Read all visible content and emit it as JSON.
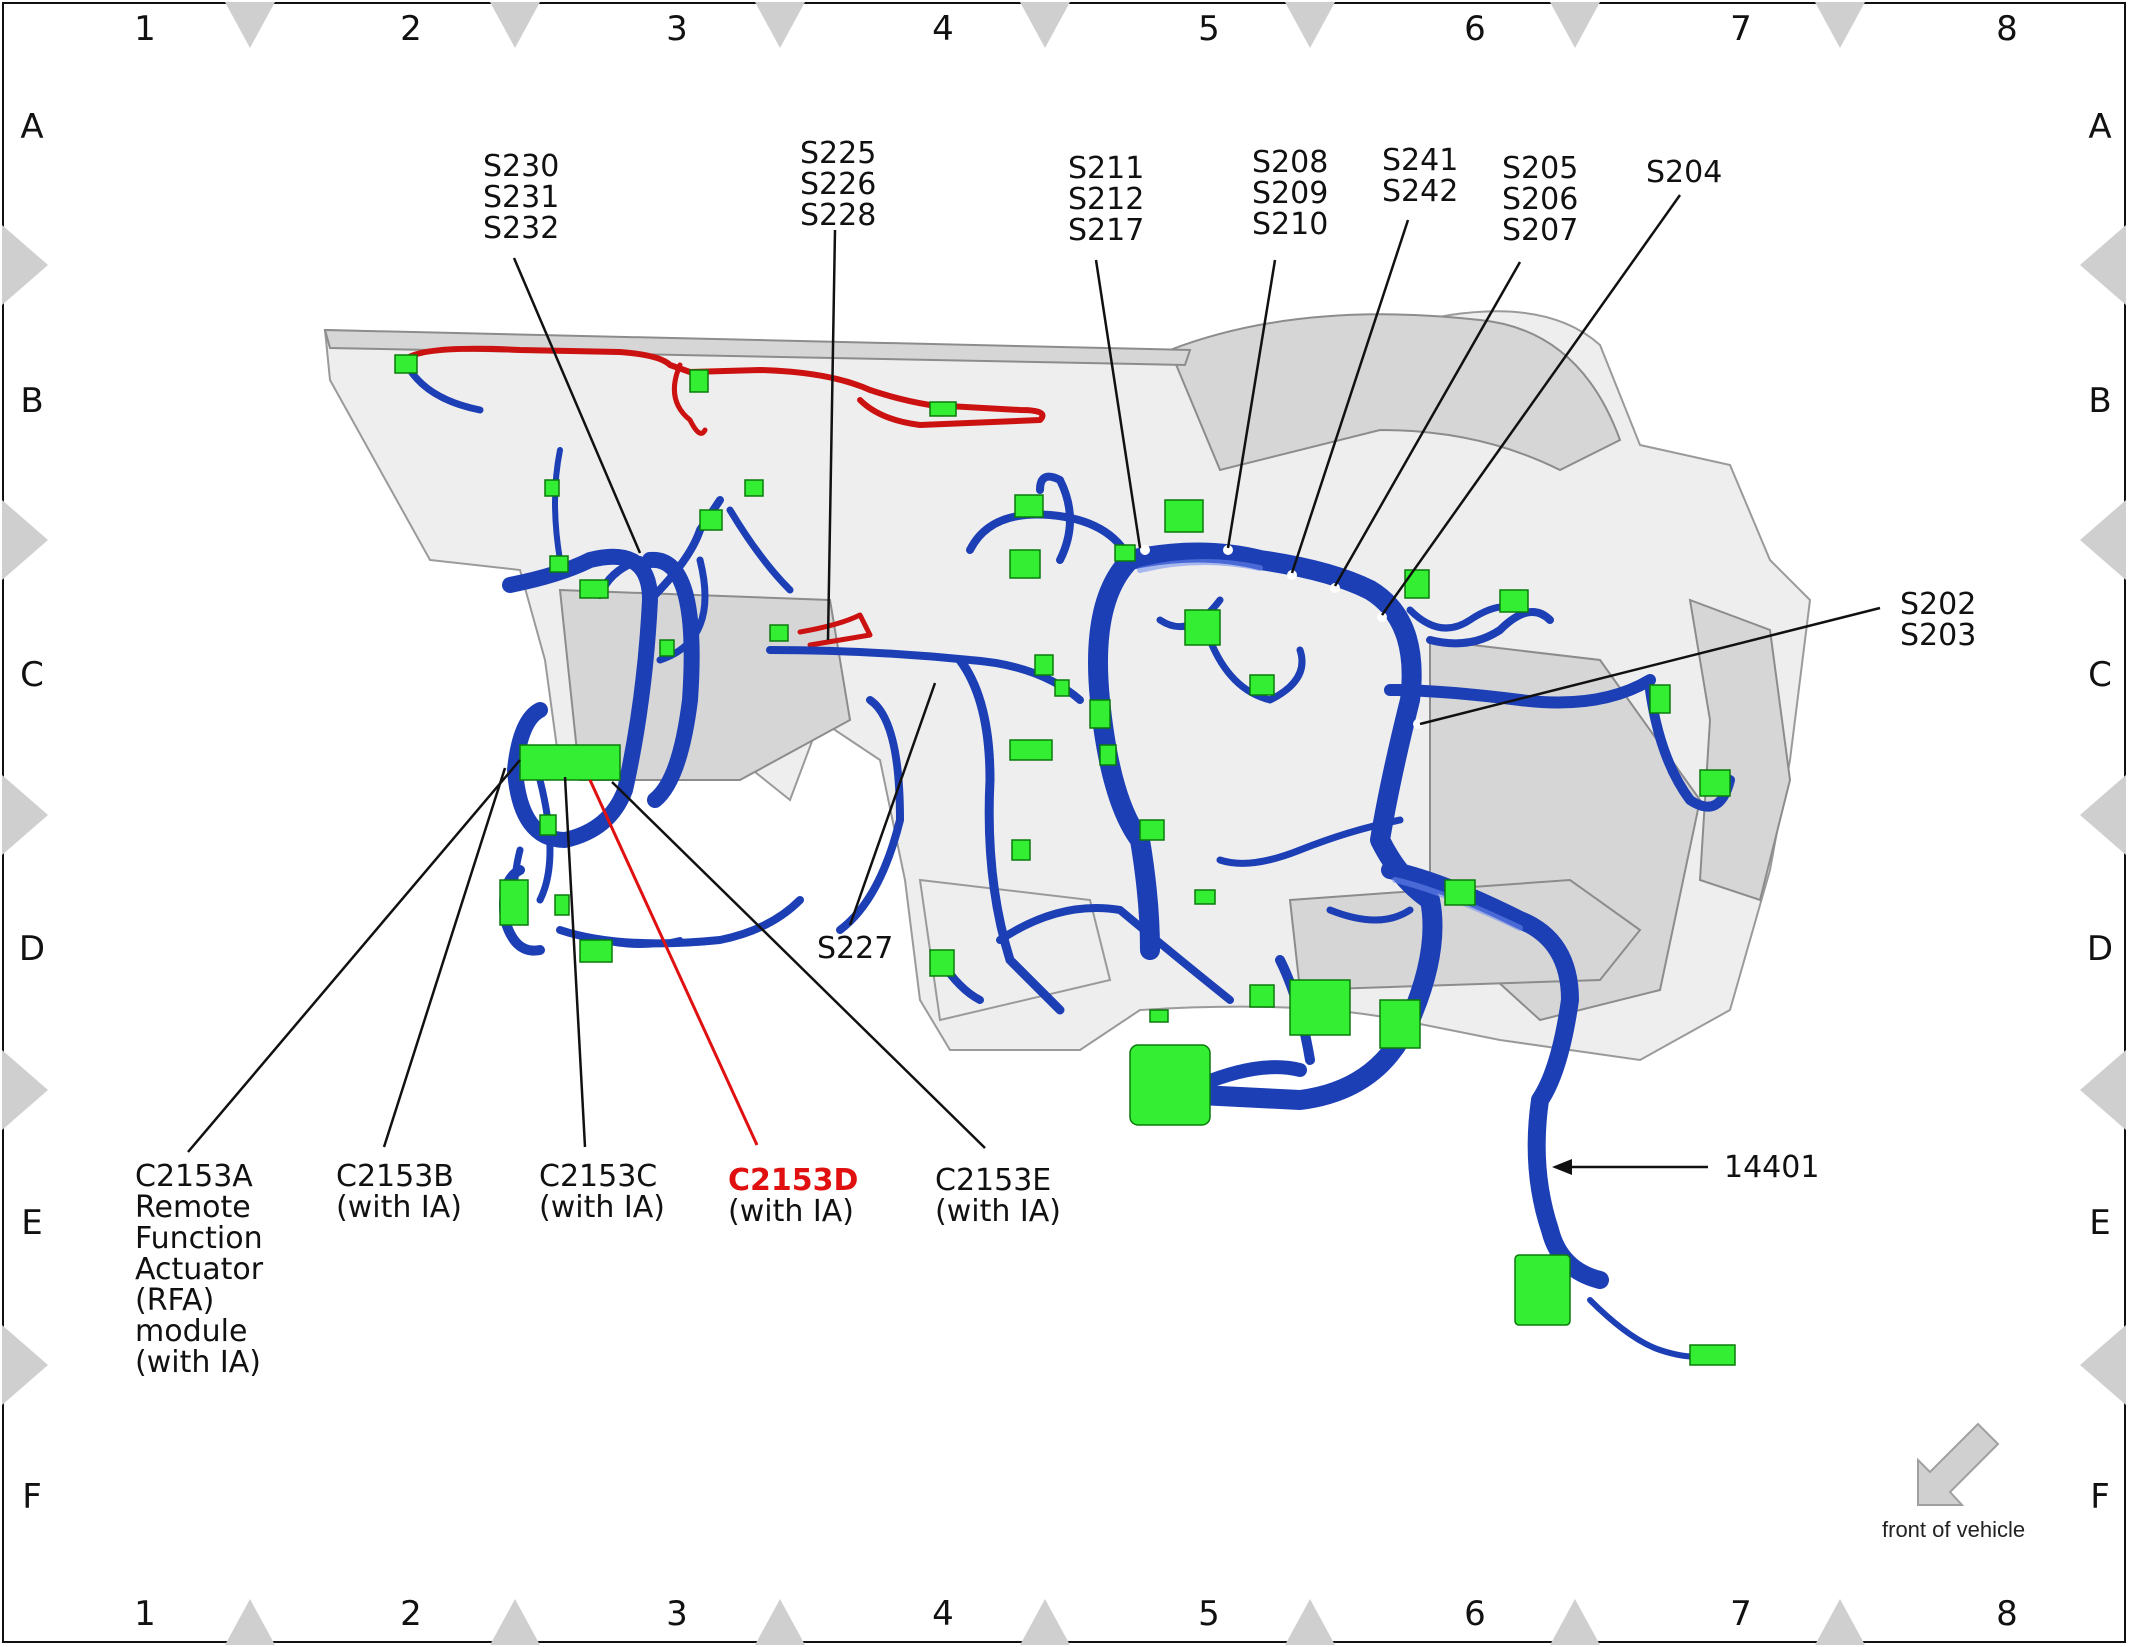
{
  "grid": {
    "columns": [
      "1",
      "2",
      "3",
      "4",
      "5",
      "6",
      "7",
      "8"
    ],
    "rows": [
      "A",
      "B",
      "C",
      "D",
      "E",
      "F"
    ]
  },
  "splices": {
    "s230_group": [
      "S230",
      "S231",
      "S232"
    ],
    "s225_group": [
      "S225",
      "S226",
      "S228"
    ],
    "s211_group": [
      "S211",
      "S212",
      "S217"
    ],
    "s208_group": [
      "S208",
      "S209",
      "S210"
    ],
    "s241_group": [
      "S241",
      "S242"
    ],
    "s205_group": [
      "S205",
      "S206",
      "S207"
    ],
    "s204": "S204",
    "s202_group": [
      "S202",
      "S203"
    ],
    "s227": "S227"
  },
  "connectors": {
    "c2153a": [
      "C2153A",
      "Remote",
      "Function",
      "Actuator",
      "(RFA)",
      "module",
      "(with IA)"
    ],
    "c2153b": [
      "C2153B",
      "(with IA)"
    ],
    "c2153c": [
      "C2153C",
      "(with IA)"
    ],
    "c2153d": [
      "C2153D",
      "(with IA)"
    ],
    "c2153e": [
      "C2153E",
      "(with IA)"
    ]
  },
  "harness_label": "14401",
  "orientation": {
    "label": "front of vehicle",
    "icon": "arrow-down-left-icon"
  },
  "colors": {
    "harness": "#1d3fb6",
    "connector": "#33ee33",
    "highlight": "#e01010",
    "panel": "#eeeeee"
  }
}
